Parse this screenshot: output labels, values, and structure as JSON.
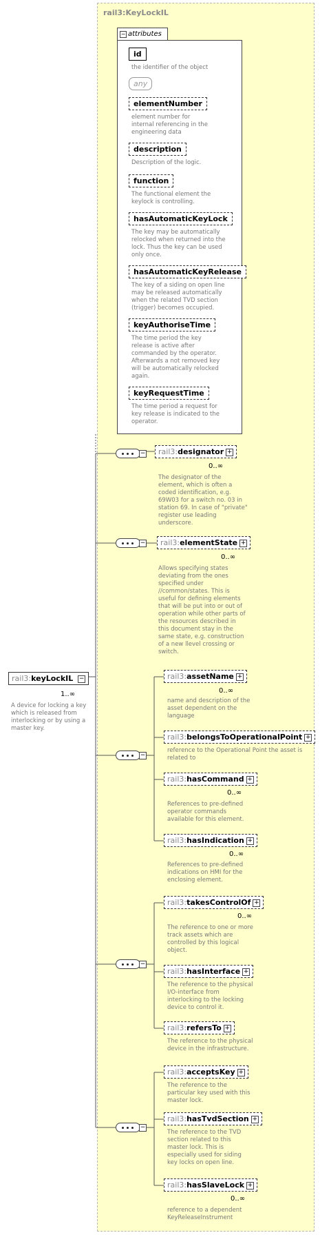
{
  "complex_type": {
    "title": "rail3:KeyLockIL"
  },
  "attributes": {
    "label": "attributes",
    "items": [
      {
        "name": "id",
        "desc": "the identifier of the object"
      },
      {
        "name": "any",
        "desc": ""
      },
      {
        "name": "elementNumber",
        "desc": "element number for internal referencing in the engineering data"
      },
      {
        "name": "description",
        "desc": "Description of the logic."
      },
      {
        "name": "function",
        "desc": "The functional element the keylock is controlling."
      },
      {
        "name": "hasAutomaticKeyLock",
        "desc": "The key may be automatically relocked when returned into the lock. Thus the key can be used only once."
      },
      {
        "name": "hasAutomaticKeyRelease",
        "desc": "The key of a siding on open line may be released automatically when the related TVD section (trigger) becomes occupied."
      },
      {
        "name": "keyAuthoriseTime",
        "desc": "The time period the key release is active after commanded by the operator. Afterwards a not removed key will be automatically relocked again."
      },
      {
        "name": "keyRequestTime",
        "desc": "The time period a request for key release is indicated to the operator."
      }
    ]
  },
  "root": {
    "ns": "rail3:",
    "name": "keyLockIL",
    "mult": "1..∞",
    "desc": "A device for locking a key which is released from interlocking or by using a master key."
  },
  "elements": [
    {
      "ns": "rail3:",
      "name": "designator",
      "mult": "0..∞",
      "desc": "The designator of the element, which is often a coded identification, e.g. 69W03 for a switch no. 03 in station 69. In case of \"private\" register use leading underscore."
    },
    {
      "ns": "rail3:",
      "name": "elementState",
      "mult": "0..∞",
      "desc": "Allows specifying states deviating from the ones specified under //common/states. This is useful for defining elements that will be put into or out of operation while other parts of the resources described in this document stay in the same state, e.g. construction of a new llevel crossing or switch."
    },
    {
      "ns": "rail3:",
      "name": "assetName",
      "mult": "0..∞",
      "desc": "name and description of the asset dependent on the language"
    },
    {
      "ns": "rail3:",
      "name": "belongsToOperationalPoint",
      "mult": "",
      "desc": "reference to the Operational Point the asset is related to"
    },
    {
      "ns": "rail3:",
      "name": "hasCommand",
      "mult": "0..∞",
      "desc": "References to pre-defined operator commands available for this element."
    },
    {
      "ns": "rail3:",
      "name": "hasIndication",
      "mult": "0..∞",
      "desc": "References to pre-defined indications on HMI for the enclosing element."
    },
    {
      "ns": "rail3:",
      "name": "takesControlOf",
      "mult": "0..∞",
      "desc": "The reference to one or more track assets which are controlled by this logical object."
    },
    {
      "ns": "rail3:",
      "name": "hasInterface",
      "mult": "",
      "desc": "The reference to the physical I/O-interface from interlocking to the locking device to control it."
    },
    {
      "ns": "rail3:",
      "name": "refersTo",
      "mult": "",
      "desc": "The reference to the physical device in the infrastructure."
    },
    {
      "ns": "rail3:",
      "name": "acceptsKey",
      "mult": "",
      "desc": "The reference to the particular key used with this master lock."
    },
    {
      "ns": "rail3:",
      "name": "hasTvdSection",
      "mult": "",
      "desc": "The reference to the TVD section related to this master lock. This is especially used for siding key locks on open line."
    },
    {
      "ns": "rail3:",
      "name": "hasSlaveLock",
      "mult": "0..∞",
      "desc": "reference to a dependent KeyReleaseInstrument"
    }
  ]
}
